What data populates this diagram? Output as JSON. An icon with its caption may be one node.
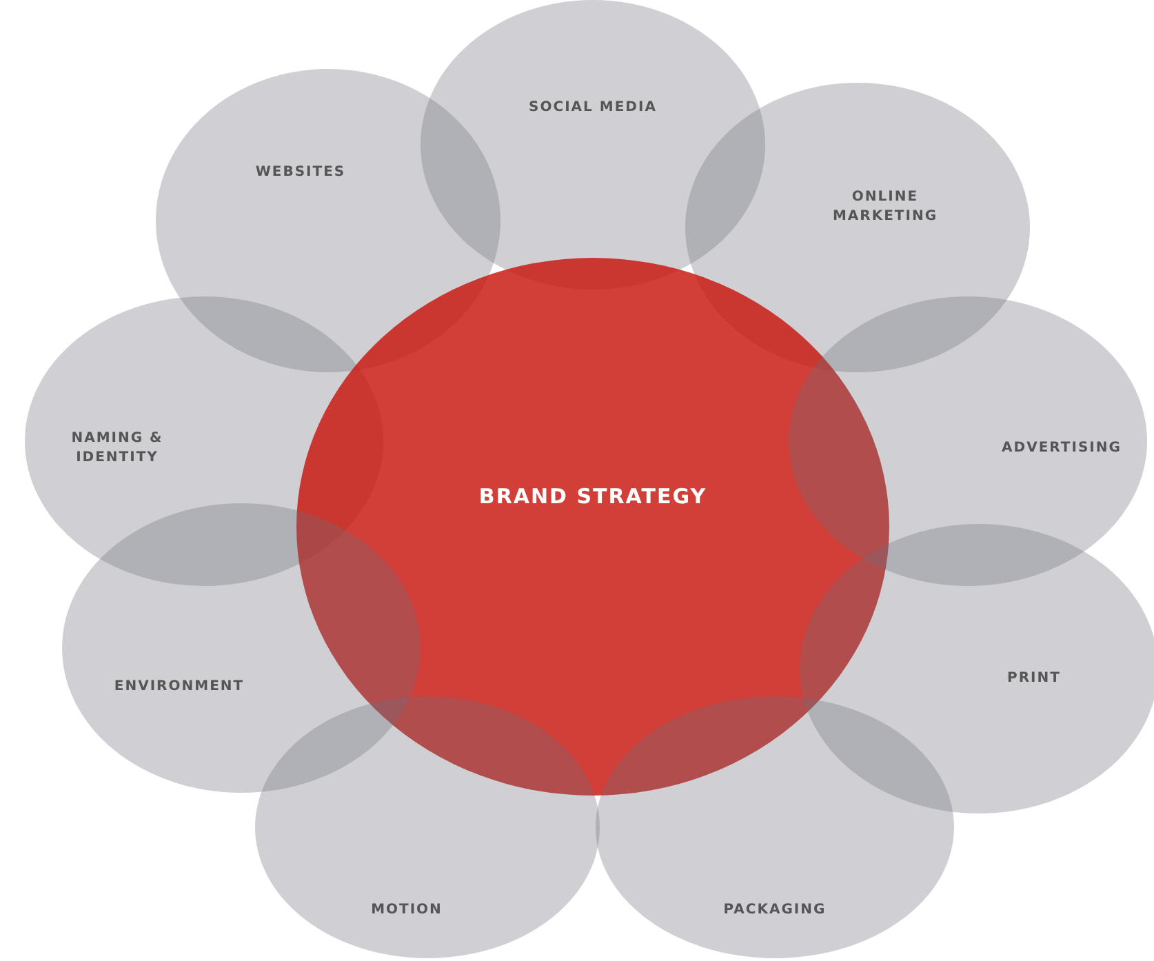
{
  "diagram": {
    "nodes": [
      {
        "text": [
          "SOCIAL MEDIA"
        ]
      },
      {
        "text": [
          "WEBSITES"
        ]
      },
      {
        "text": [
          "ONLINE MARKETING"
        ]
      },
      {
        "text": [
          "NAMING & IDENTITY"
        ]
      },
      {
        "text": [
          "BRAND STRATEGY"
        ]
      },
      {
        "text": [
          "ADVERTISING"
        ]
      },
      {
        "text": [
          "ENVIRONMENT"
        ]
      },
      {
        "text": [
          "PRINT"
        ]
      },
      {
        "text": [
          "MOTION"
        ]
      },
      {
        "text": [
          "PACKAGING"
        ]
      }
    ]
  }
}
